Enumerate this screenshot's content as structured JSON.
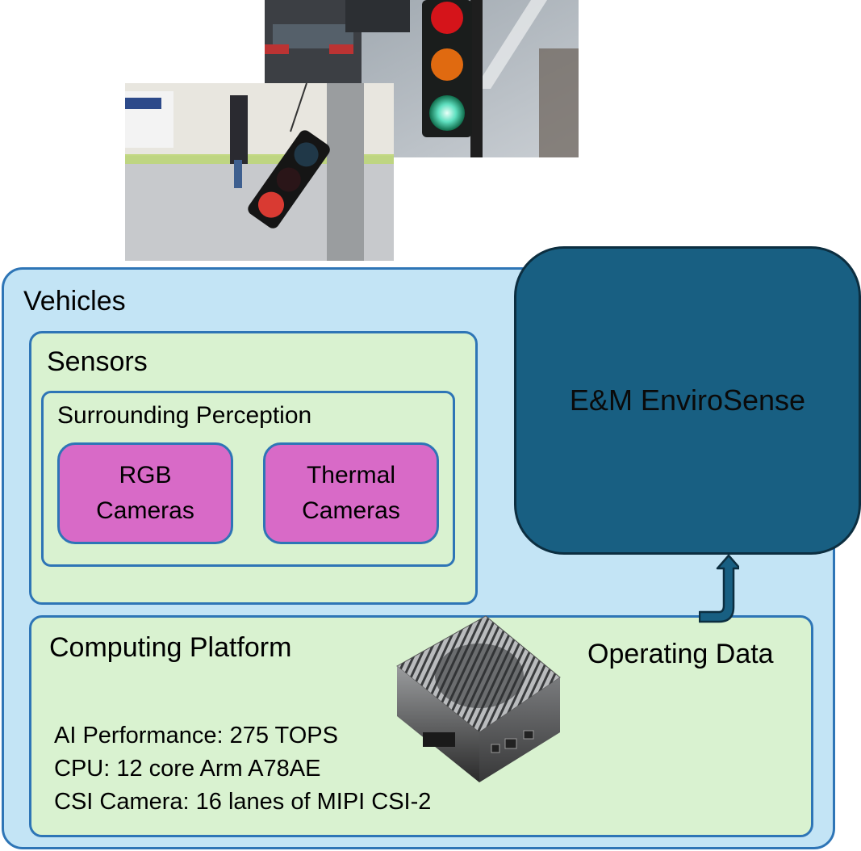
{
  "diagram": {
    "photos": [
      {
        "name": "traffic-light-upright",
        "description": "Upright traffic light with red, amber and green lamps"
      },
      {
        "name": "traffic-light-damaged",
        "description": "Damaged traffic light hanging from a pole"
      }
    ],
    "vehicles": {
      "title": "Vehicles",
      "sensors": {
        "title": "Sensors",
        "surrounding_perception": {
          "title": "Surrounding Perception",
          "cameras": [
            {
              "line1": "RGB",
              "line2": "Cameras"
            },
            {
              "line1": "Thermal",
              "line2": "Cameras"
            }
          ]
        }
      },
      "computing_platform": {
        "title": "Computing Platform",
        "specs": [
          "AI Performance: 275 TOPS",
          "CPU: 12 core Arm A78AE",
          "CSI Camera: 16 lanes of MIPI CSI-2"
        ],
        "device_icon": "edge-computer-icon"
      },
      "operating_data_label": "Operating Data"
    },
    "envirosense": {
      "title": "E&M EnviroSense"
    },
    "arrow": {
      "from": "Computing Platform",
      "to": "E&M EnviroSense",
      "icon": "arrow-up-icon"
    },
    "colors": {
      "vehicles_fill": "#c3e4f5",
      "box_border": "#2e75b6",
      "green_fill": "#d9f2d0",
      "camera_fill": "#d86ac7",
      "envirosense_fill": "#185f82"
    }
  }
}
